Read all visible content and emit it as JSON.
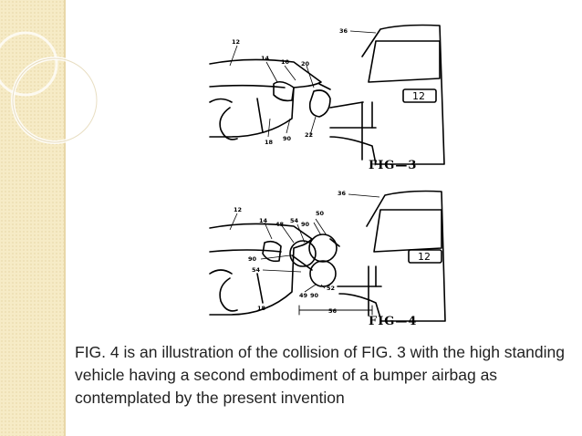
{
  "figures": {
    "fig3": {
      "label": "FIG—3",
      "reference_numerals": {
        "n12": "12",
        "n14": "14",
        "n10": "10",
        "n20": "20",
        "n36": "36",
        "n18": "18",
        "n90": "90",
        "n22": "22",
        "plate": "12"
      }
    },
    "fig4": {
      "label": "FIG—4",
      "reference_numerals": {
        "n12": "12",
        "n14": "14",
        "n48": "48",
        "n54a": "54",
        "n90a": "90",
        "n50": "50",
        "n36": "36",
        "n90b": "90",
        "n54b": "54",
        "n52": "52",
        "n49": "49",
        "n90c": "90",
        "n18": "18",
        "n56": "56",
        "plate": "12"
      }
    }
  },
  "caption": {
    "prefix": "FIG. 4",
    "middle": " is an illustration of the collision of ",
    "ref": "FIG. 3",
    "suffix": " with the high standing vehicle having a second embodiment of a bumper airbag as contemplated by the present invention"
  }
}
